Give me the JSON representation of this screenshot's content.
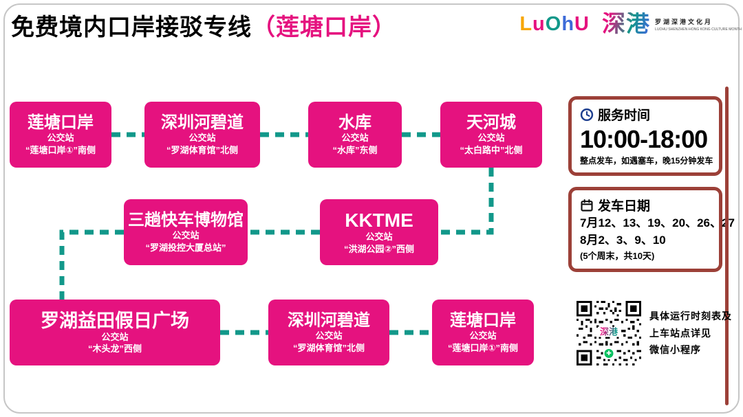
{
  "title": {
    "main": "免费境内口岸接驳专线",
    "highlight": "（莲塘口岸）"
  },
  "logos": {
    "luohu": {
      "letters": [
        "L",
        "u",
        "O",
        "h",
        "U"
      ]
    },
    "shengang": {
      "wordmark": "深港",
      "cn": "罗湖深港文化月",
      "en": "LUOHU SHENZHEN·HONG KONG CULTURE MONTH"
    }
  },
  "stations": [
    {
      "name": "莲塘口岸",
      "type": "公交站",
      "note": "“莲塘口岸①”南侧"
    },
    {
      "name": "深圳河碧道",
      "type": "公交站",
      "note": "“罗湖体育馆”北侧"
    },
    {
      "name": "水库",
      "type": "公交站",
      "note": "“水库”东侧"
    },
    {
      "name": "天河城",
      "type": "公交站",
      "note": "“太白路中”北侧"
    },
    {
      "name": "三趟快车博物馆",
      "type": "公交站",
      "note": "“罗湖投控大厦总站”"
    },
    {
      "name": "KKTME",
      "type": "公交站",
      "note": "“洪湖公园②”西侧"
    },
    {
      "name": "罗湖益田假日广场",
      "type": "公交站",
      "note": "“木头龙”西侧"
    },
    {
      "name": "深圳河碧道",
      "type": "公交站",
      "note": "“罗湖体育馆”北侧"
    },
    {
      "name": "莲塘口岸",
      "type": "公交站",
      "note": "“莲塘口岸①”南侧"
    }
  ],
  "service_panel": {
    "title": "服务时间",
    "hours": "10:00-18:00",
    "note": "整点发车，如遇塞车，晚15分钟发车"
  },
  "schedule_panel": {
    "title": "发车日期",
    "line1": "7月12、13、19、20、26、27",
    "line2": "8月2、3、9、10",
    "line3": "(5个周末，共10天)"
  },
  "qr": {
    "center_logo": "深港",
    "lines": [
      "具体运行时刻表及",
      "上车站点详见",
      "微信小程序"
    ]
  },
  "colors": {
    "accent_pink": "#E5127F",
    "connector_teal": "#12988A",
    "panel_maroon": "#9C4038",
    "wechat_green": "#07C160"
  }
}
